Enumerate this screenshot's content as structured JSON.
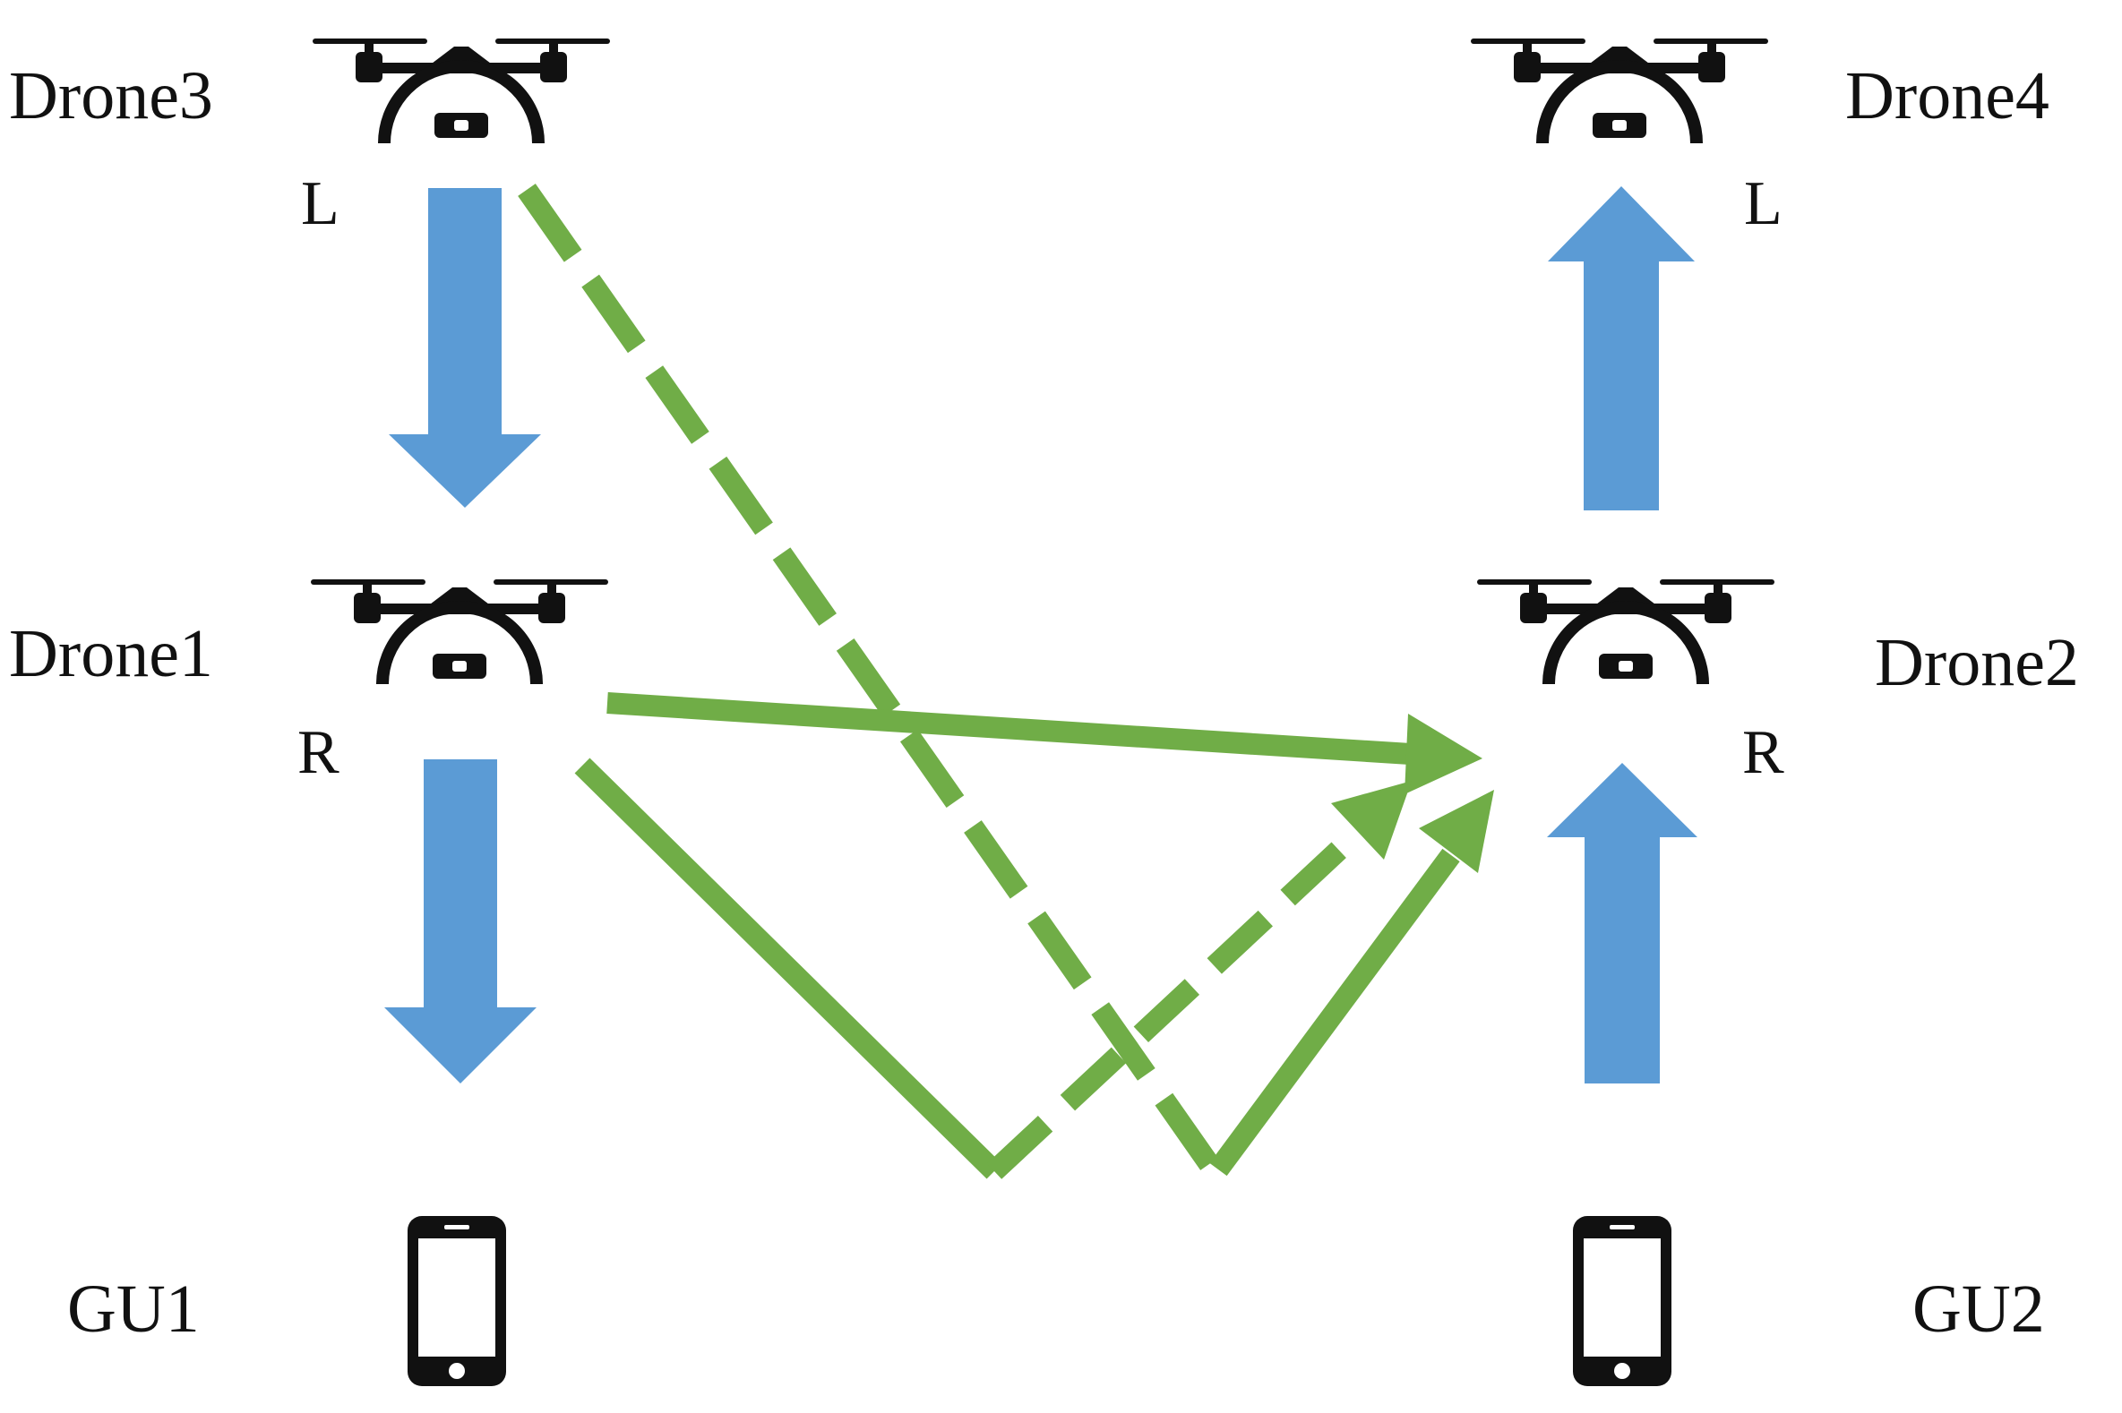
{
  "colors": {
    "blue_arrow": "#5b9bd5",
    "green_link": "#70ad47",
    "icon": "#111111"
  },
  "nodes": {
    "drone3": {
      "label": "Drone3",
      "role": "L",
      "icon": "drone-icon"
    },
    "drone4": {
      "label": "Drone4",
      "role": "L",
      "icon": "drone-icon"
    },
    "drone1": {
      "label": "Drone1",
      "role": "R",
      "icon": "drone-icon"
    },
    "drone2": {
      "label": "Drone2",
      "role": "R",
      "icon": "drone-icon"
    },
    "gu1": {
      "label": "GU1",
      "icon": "smartphone-icon"
    },
    "gu2": {
      "label": "GU2",
      "icon": "smartphone-icon"
    }
  },
  "links": [
    {
      "from": "drone3",
      "to": "drone1",
      "style": "blue-solid"
    },
    {
      "from": "drone1",
      "to": "gu1",
      "style": "blue-solid"
    },
    {
      "from": "gu2",
      "to": "drone2",
      "style": "blue-solid"
    },
    {
      "from": "drone2",
      "to": "drone4",
      "style": "blue-solid"
    },
    {
      "from": "drone1",
      "to": "drone2",
      "style": "green-solid"
    },
    {
      "from": "drone1",
      "to": "drone2",
      "style": "green-solid",
      "via": "ground-reflection"
    },
    {
      "from": "drone3",
      "to": "drone2",
      "style": "green-dashed",
      "via": "ground-reflection"
    }
  ]
}
